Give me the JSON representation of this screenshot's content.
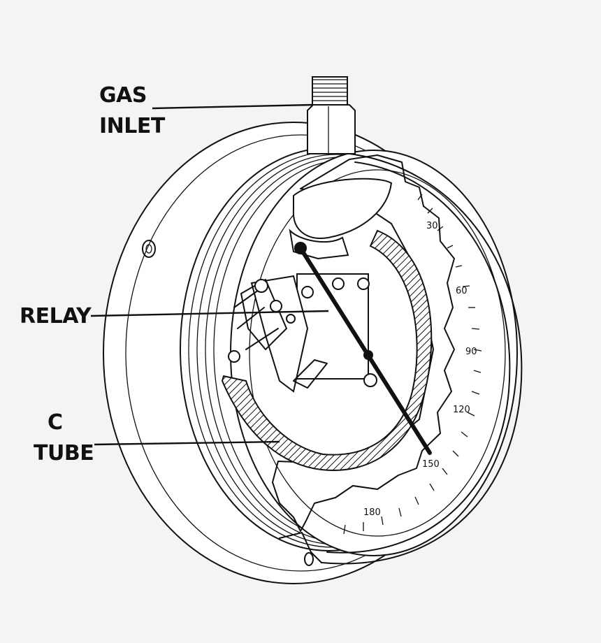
{
  "labels": {
    "gas_inlet_line1": "GAS",
    "gas_inlet_line2": "INLET",
    "relay": "RELAY",
    "c_tube_line1": "C",
    "c_tube_line2": "TUBE"
  },
  "dial_scale": [
    "30",
    "60",
    "90",
    "120",
    "150",
    "180"
  ],
  "colors": {
    "ink": "#111111",
    "paper": "#ffffff",
    "background": "#f4f4f4"
  }
}
